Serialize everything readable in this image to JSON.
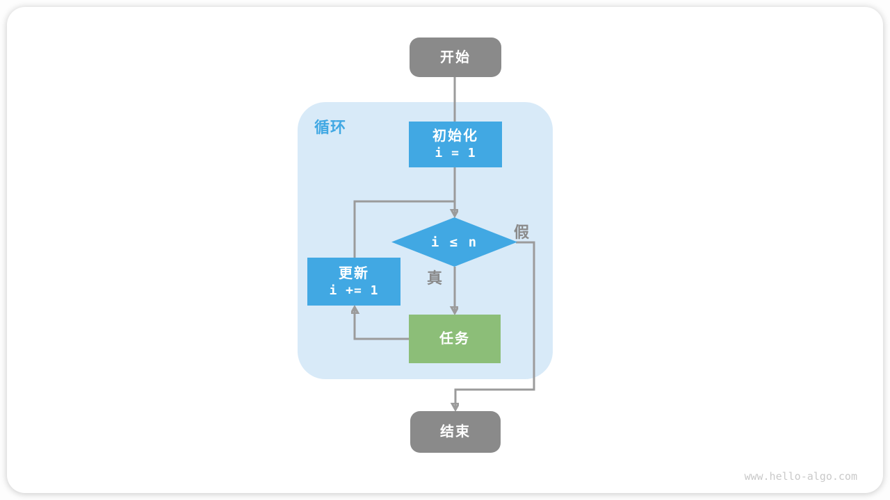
{
  "diagram": {
    "loop_label": "循环",
    "nodes": {
      "start": {
        "label": "开始"
      },
      "init": {
        "title": "初始化",
        "code": "i = 1"
      },
      "cond": {
        "label": "i ≤ n"
      },
      "task": {
        "label": "任务"
      },
      "update": {
        "title": "更新",
        "code": "i += 1"
      },
      "end": {
        "label": "结束"
      }
    },
    "edge_labels": {
      "true_branch": "真",
      "false_branch": "假"
    },
    "colors": {
      "terminal_gray": "#8a8a8a",
      "process_blue": "#41a8e3",
      "task_green": "#8cbe78",
      "loop_region_bg": "#d8eaf8",
      "connector_gray": "#9b9b9b",
      "edge_label_gray": "#8a8a8a",
      "loop_label_blue": "#41a8e3"
    }
  },
  "watermark": "www.hello-algo.com"
}
